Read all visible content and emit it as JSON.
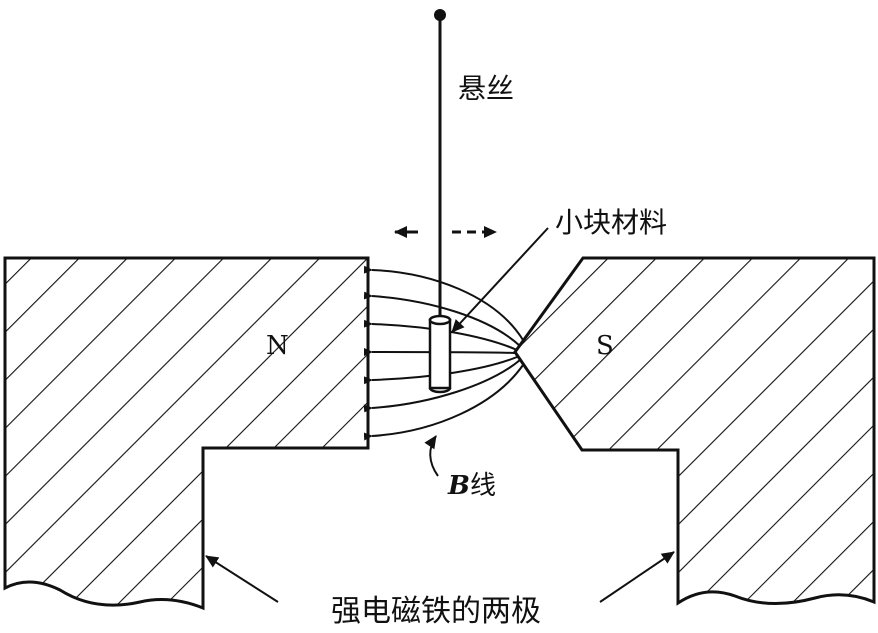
{
  "labels": {
    "suspension_wire": "悬丝",
    "small_sample": "小块材料",
    "north_pole": "N",
    "south_pole": "S",
    "b_lines_symbol": "B",
    "b_lines_text": "线",
    "magnet_poles": "强电磁铁的两极"
  },
  "colors": {
    "ink": "#111111",
    "background": "#ffffff"
  }
}
